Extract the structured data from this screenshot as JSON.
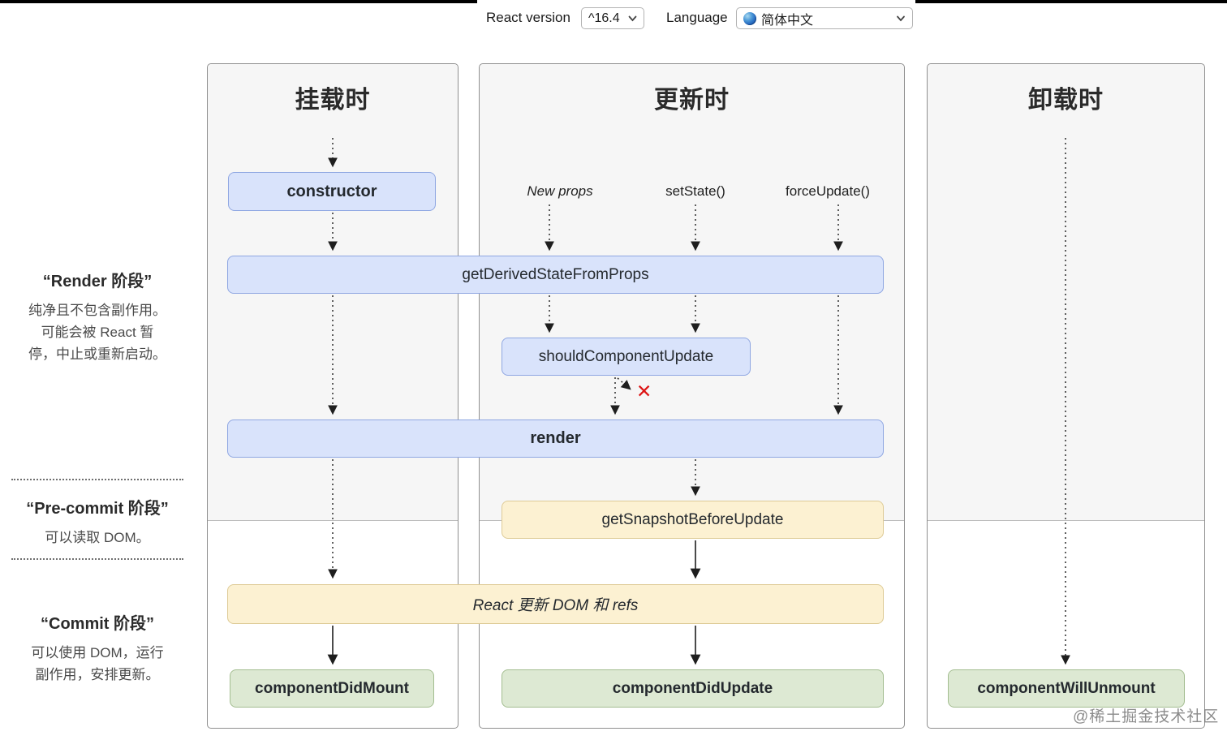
{
  "toolbar": {
    "react_version_label": "React version",
    "react_version_value": "^16.4",
    "language_label": "Language",
    "language_value": "简体中文"
  },
  "sidebar": {
    "render": {
      "title": "“Render 阶段”",
      "lines": [
        "纯净且不包含副作用。",
        "可能会被 React 暂",
        "停，中止或重新启动。"
      ]
    },
    "precommit": {
      "title": "“Pre-commit 阶段”",
      "lines": [
        "可以读取 DOM。"
      ]
    },
    "commit": {
      "title": "“Commit 阶段”",
      "lines": [
        "可以使用 DOM，运行",
        "副作用，安排更新。"
      ]
    }
  },
  "columns": [
    {
      "id": "mounting",
      "title": "挂载时"
    },
    {
      "id": "updating",
      "title": "更新时"
    },
    {
      "id": "unmounting",
      "title": "卸载时"
    }
  ],
  "triggers": {
    "new_props": "New props",
    "set_state": "setState()",
    "force_update": "forceUpdate()"
  },
  "methods": {
    "constructor": "constructor",
    "get_derived_state_from_props": "getDerivedStateFromProps",
    "should_component_update": "shouldComponentUpdate",
    "render": "render",
    "get_snapshot_before_update": "getSnapshotBeforeUpdate",
    "react_updates_dom": "React 更新 DOM 和 refs",
    "component_did_mount": "componentDidMount",
    "component_did_update": "componentDidUpdate",
    "component_will_unmount": "componentWillUnmount"
  },
  "icons": {
    "stop_x": "✕",
    "globe_icon": "globe",
    "chevron_down_icon": "chevron-down"
  },
  "watermark": {
    "text": "@稀土掘金技术社区"
  },
  "colors": {
    "box_blue_bg": "#d9e3fb",
    "box_blue_border": "#8fa7e2",
    "box_cream_bg": "#fcf1d2",
    "box_cream_border": "#decb96",
    "box_green_bg": "#dde9d3",
    "box_green_border": "#a3bd90",
    "column_shade": "#f6f6f6",
    "stop_x_red": "#dd1515"
  }
}
